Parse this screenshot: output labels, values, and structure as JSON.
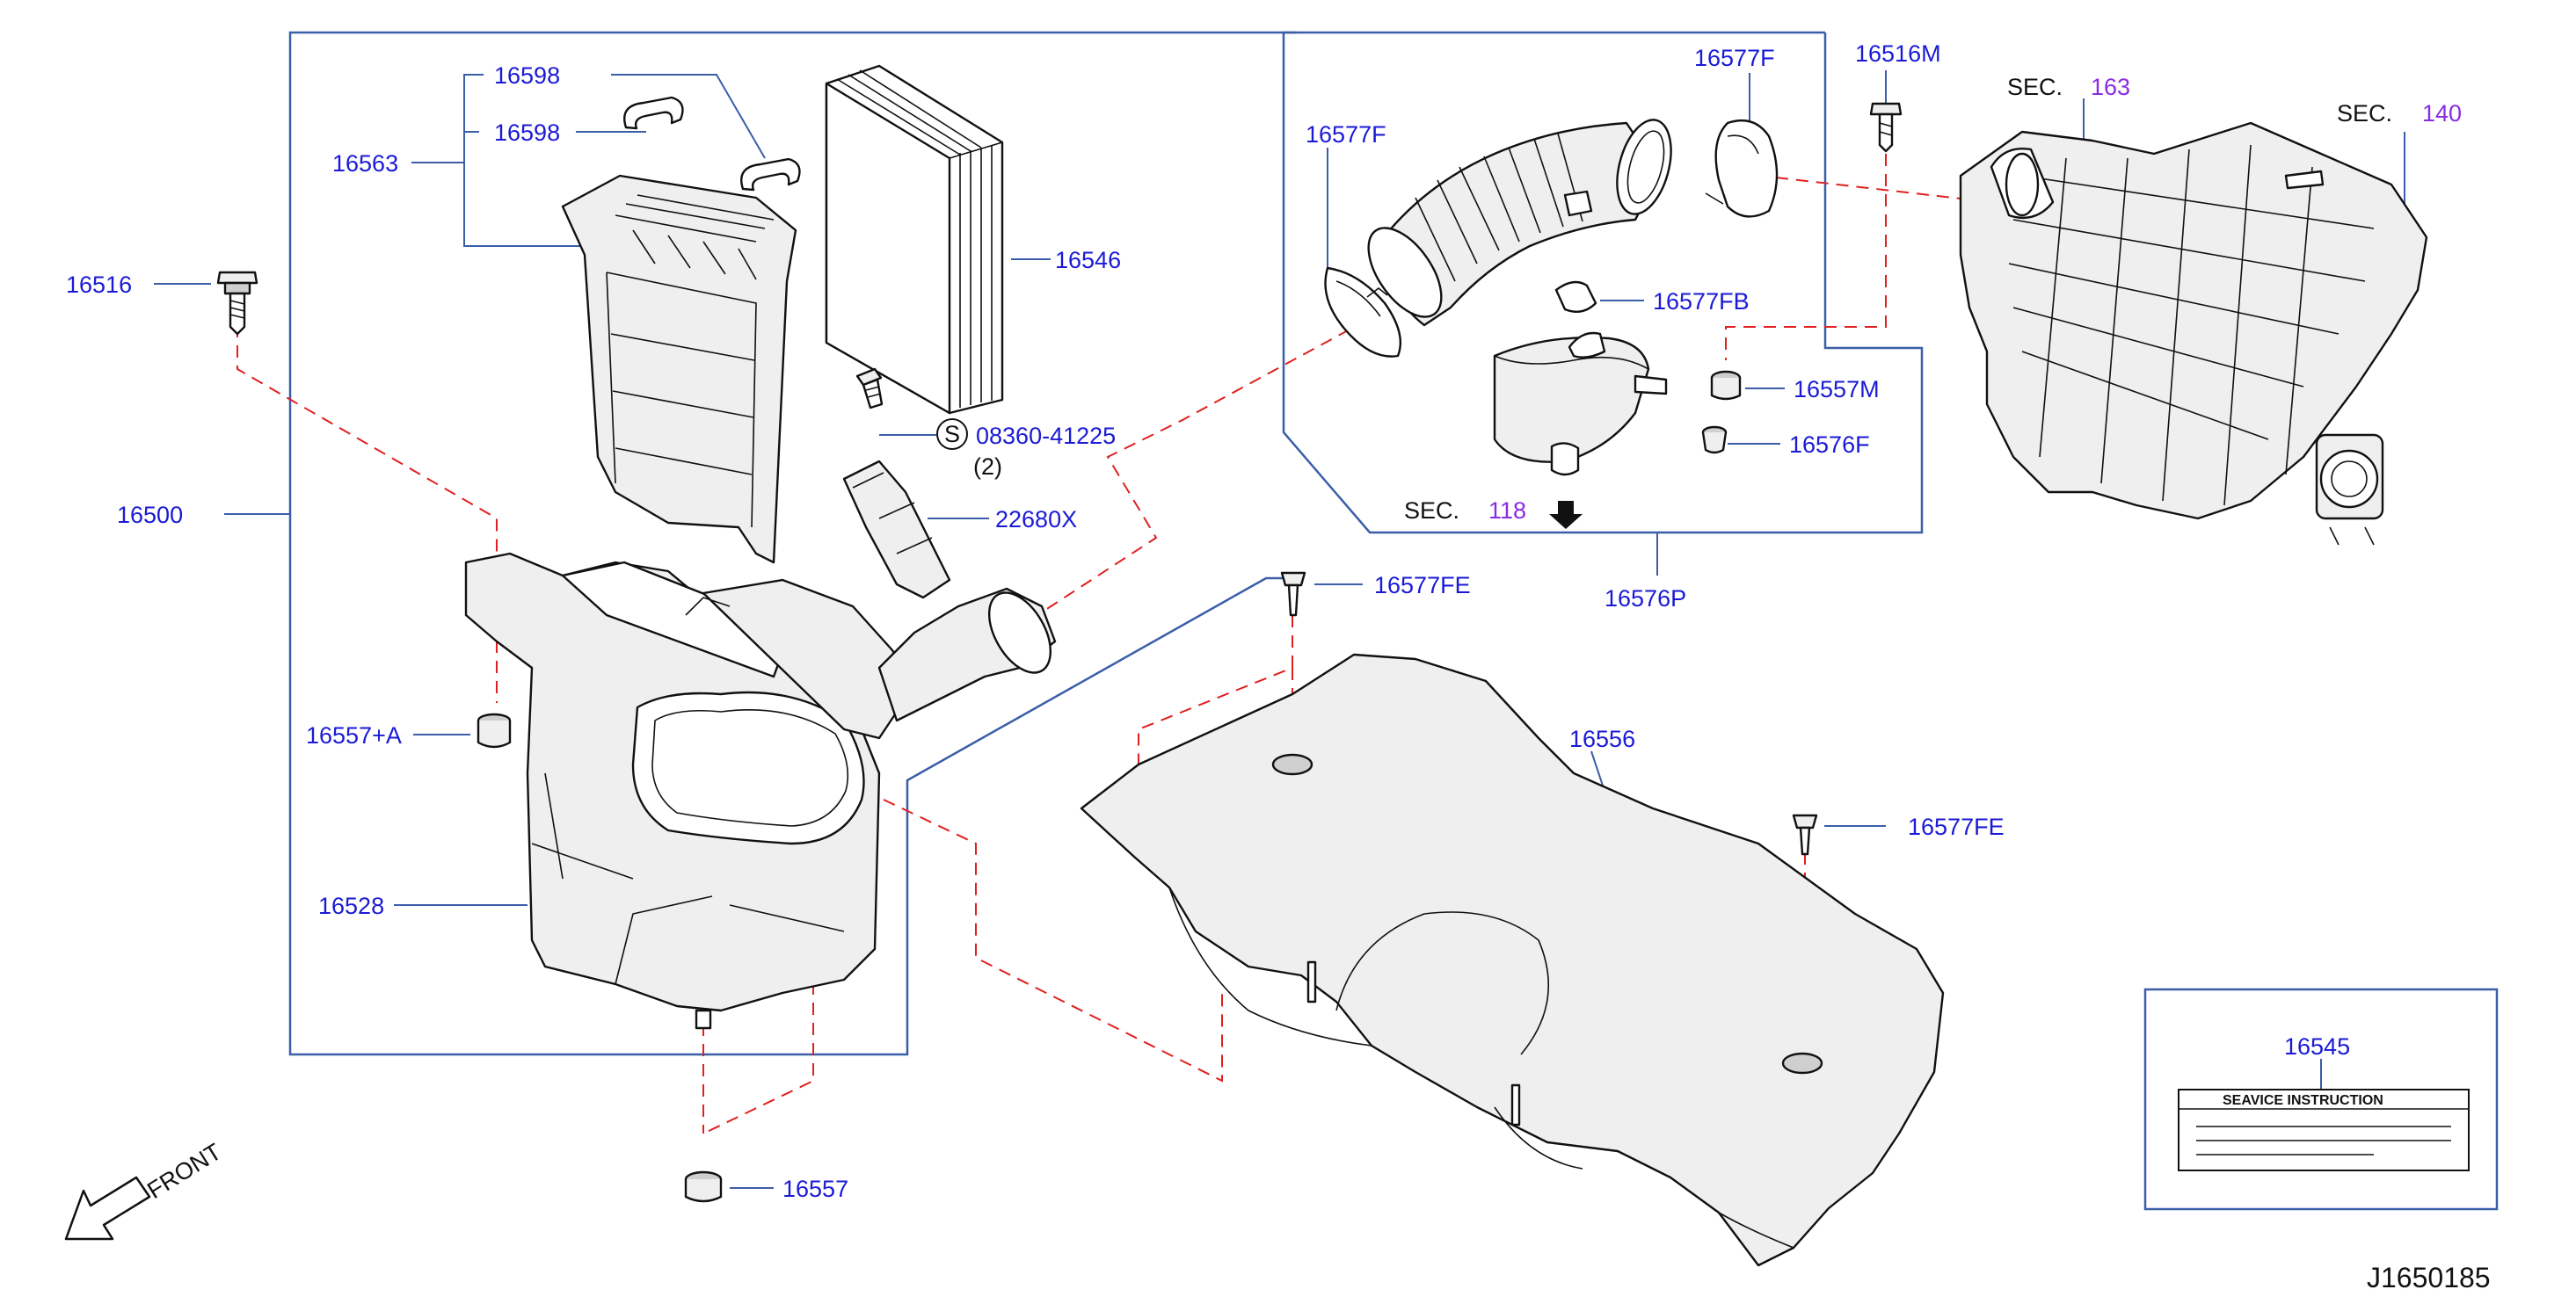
{
  "diagram_id": "J1650185",
  "front_label": "FRONT",
  "label_text": "SEAVICE INSTRUCTION",
  "parts": {
    "p16598a": "16598",
    "p16598b": "16598",
    "p16563": "16563",
    "p16546": "16546",
    "p16516": "16516",
    "p16500": "16500",
    "p08360": "08360-41225",
    "p08360_qty": "(2)",
    "s_symbol": "S",
    "p22680X": "22680X",
    "p16557A": "16557+A",
    "p16528": "16528",
    "p16557": "16557",
    "p16577Fa": "16577F",
    "p16577Fb": "16577F",
    "p16577FB": "16577FB",
    "p16557M": "16557M",
    "p16576F": "16576F",
    "p16576P": "16576P",
    "p16516M": "16516M",
    "p16577FEa": "16577FE",
    "p16577FEb": "16577FE",
    "p16556": "16556",
    "p16545": "16545"
  },
  "sections": {
    "sec118": {
      "label": "SEC.",
      "num": "118"
    },
    "sec163": {
      "label": "SEC.",
      "num": "163"
    },
    "sec140": {
      "label": "SEC.",
      "num": "140"
    }
  },
  "colors": {
    "part_number": "#1a1ad6",
    "section_number": "#8a2be2",
    "frame": "#3b5ea8",
    "hidden_line": "#e02020"
  }
}
